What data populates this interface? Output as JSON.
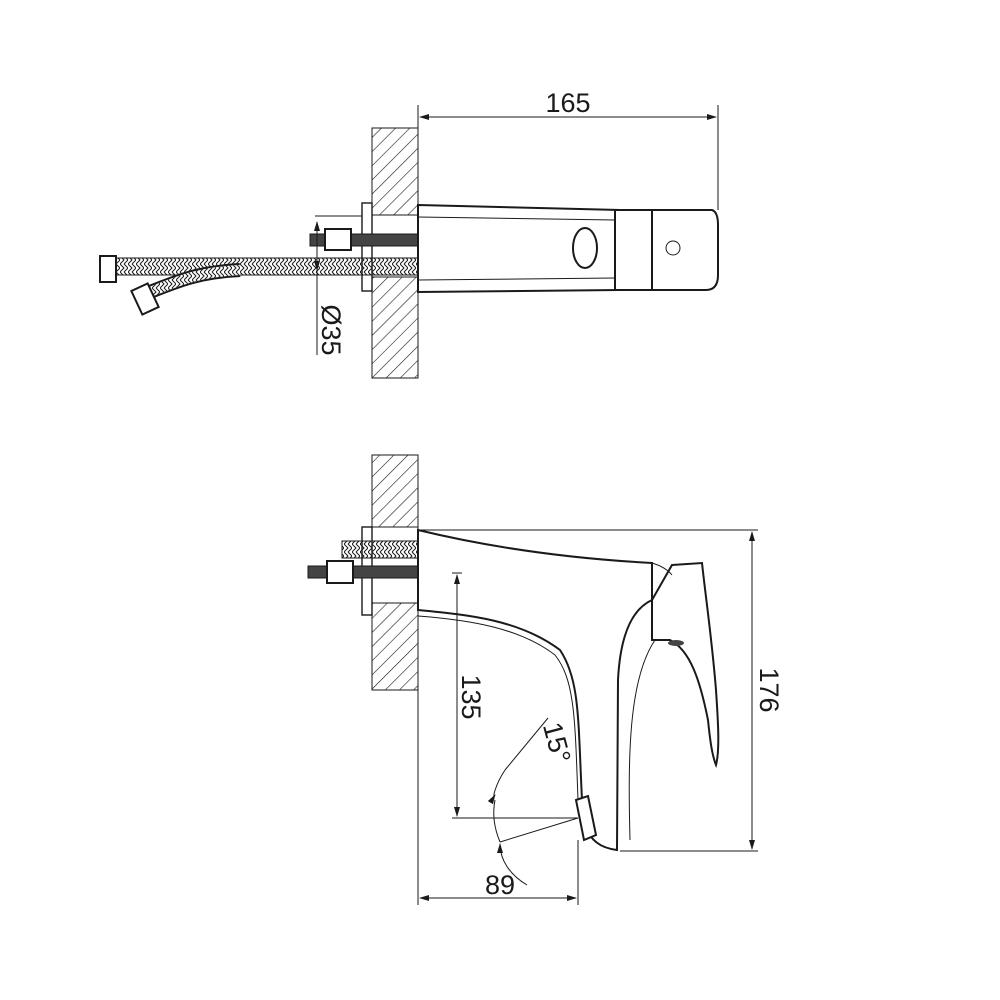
{
  "drawing": {
    "top_view": {
      "dimensions": {
        "length": "165",
        "diameter": "Ø35"
      }
    },
    "side_view": {
      "dimensions": {
        "height": "176",
        "spout_height": "135",
        "projection": "89",
        "angle": "15°"
      }
    },
    "colors": {
      "line": "#1a1a1a",
      "background": "#ffffff"
    }
  }
}
